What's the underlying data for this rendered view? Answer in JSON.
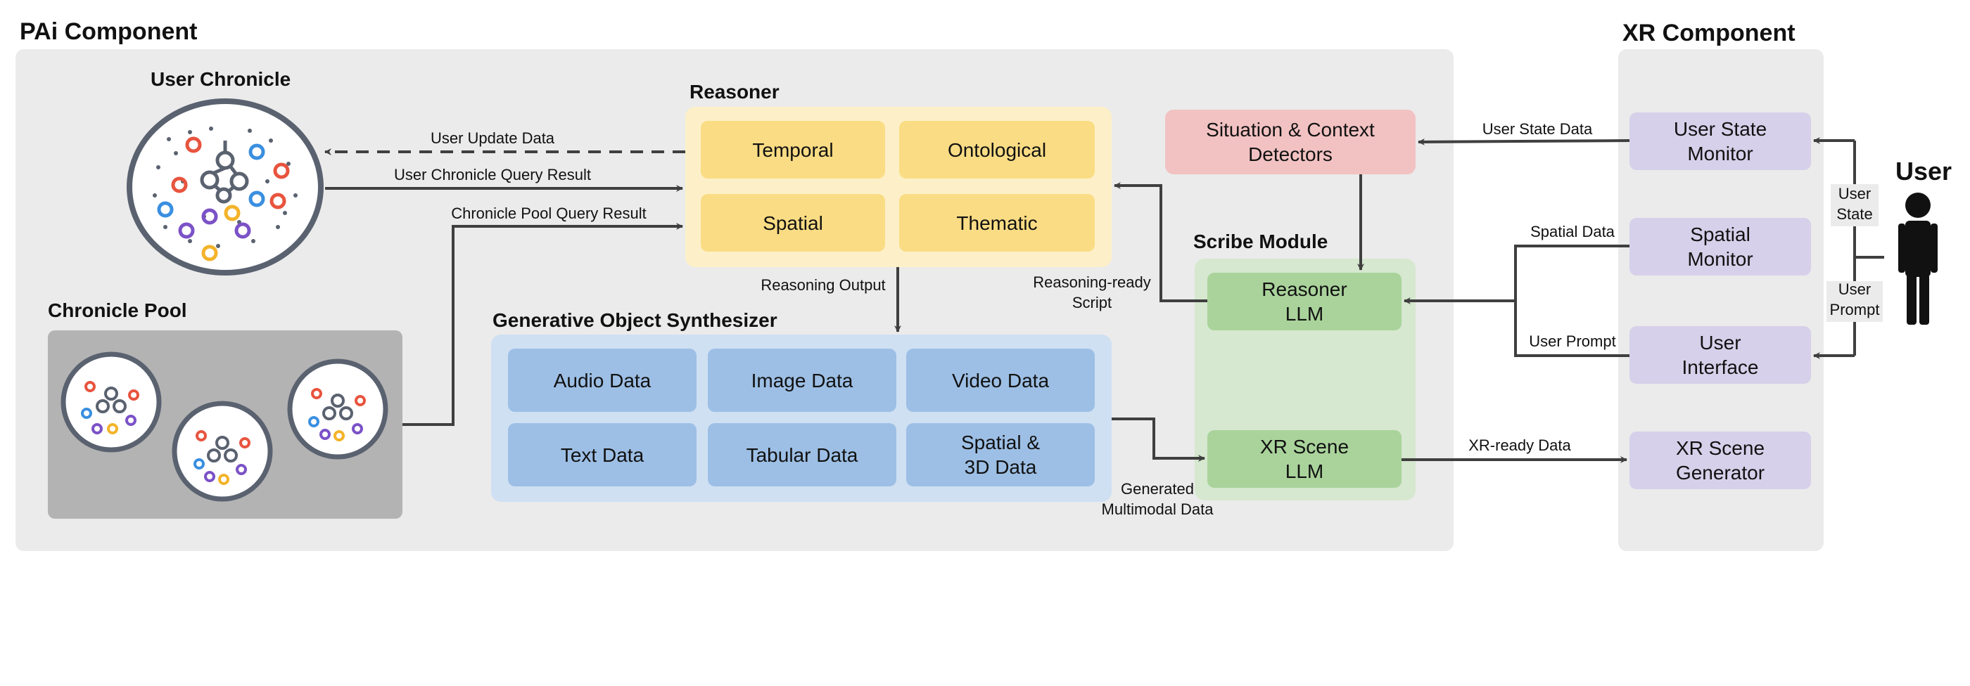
{
  "pai": {
    "title": "PAi Component",
    "user_chronicle": {
      "title": "User Chronicle"
    },
    "chronicle_pool": {
      "title": "Chronicle Pool"
    },
    "reasoner": {
      "title": "Reasoner",
      "cells": [
        "Temporal",
        "Ontological",
        "Spatial",
        "Thematic"
      ]
    },
    "situation_detectors": "Situation & Context\nDetectors",
    "scribe": {
      "title": "Scribe Module",
      "reasoner_llm": "Reasoner\nLLM",
      "xr_scene_llm": "XR Scene\nLLM"
    },
    "synthesizer": {
      "title": "Generative Object Synthesizer",
      "cells": [
        "Audio Data",
        "Image Data",
        "Video Data",
        "Text Data",
        "Tabular Data",
        "Spatial &\n3D Data"
      ]
    }
  },
  "xr": {
    "title": "XR Component",
    "user_state_monitor": "User State\nMonitor",
    "spatial_monitor": "Spatial\nMonitor",
    "user_interface": "User\nInterface",
    "xr_scene_generator": "XR Scene\nGenerator"
  },
  "user": {
    "title": "User"
  },
  "edge_labels": {
    "user_update": "User Update Data",
    "chronicle_query": "User Chronicle Query Result",
    "pool_query": "Chronicle Pool Query Result",
    "reasoning_output": "Reasoning Output",
    "reasoning_ready": "Reasoning-ready\nScript",
    "user_state_data": "User State Data",
    "spatial_data": "Spatial Data",
    "user_prompt": "User Prompt",
    "user_state": "User\nState",
    "user_prompt_short": "User\nPrompt",
    "generated_multimodal": "Generated\nMultimodal Data",
    "xr_ready": "XR-ready Data"
  },
  "colors": {
    "panel": "#ebebeb",
    "reasoner_bg": "#fdf0c8",
    "reasoner_cell": "#fadc84",
    "synth_bg": "#cfe0f3",
    "synth_cell": "#9dbfe5",
    "scribe_bg": "#d6e8cf",
    "scribe_cell": "#a9d39b",
    "detector": "#f2c2c2",
    "xr_cell": "#d7d0ea",
    "pool_bg": "#b3b3b3",
    "line": "#3f3f3f"
  }
}
